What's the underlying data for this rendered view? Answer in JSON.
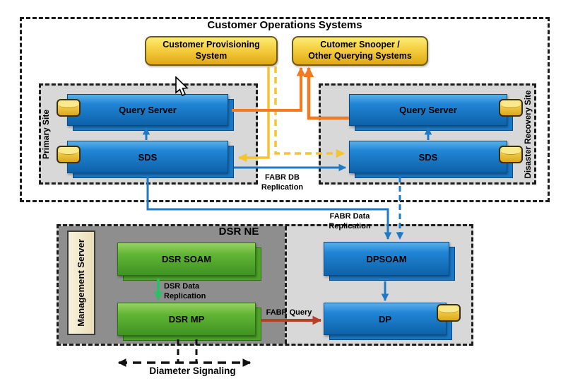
{
  "colors": {
    "blue_box": "#1f7fd1",
    "green_box": "#5fb433",
    "yellow_box": "#f5ce40",
    "site_bg": "#d8d8d8",
    "dsr_ne_bg": "#8e8e8e",
    "management_server_bg": "#f0e6c4",
    "orange_arrow": "#f4791f",
    "yellow_arrow": "#f5c431",
    "blue_arrow": "#1f79c5",
    "green_arrow": "#2fbd68",
    "red_arrow": "#b4402a",
    "black_arrow": "#111111"
  },
  "icons": {
    "database": "database-cylinder-icon",
    "cursor": "mouse-cursor-icon"
  },
  "diagram": {
    "title": "Customer Operations Systems",
    "external_systems": {
      "provisioning": "Customer Provisioning\nSystem",
      "snooper": "Cutomer Snooper /\nOther Querying Systems"
    },
    "primary_site": {
      "label": "Primary Site",
      "query_server": "Query Server",
      "sds": "SDS"
    },
    "disaster_recovery_site": {
      "label": "Disaster Recovery Site",
      "query_server": "Query Server",
      "sds": "SDS"
    },
    "dsr_ne": {
      "title": "DSR NE",
      "management_server": "Management Server",
      "dsr_soam": "DSR SOAM",
      "dsr_mp": "DSR MP"
    },
    "dp_site": {
      "dpsoam": "DPSOAM",
      "dp": "DP"
    },
    "connector_labels": {
      "fabr_db_replication": "FABR DB\nReplication",
      "fabr_data_replication": "FABR Data\nReplication",
      "dsr_data_replication": "DSR Data\nReplication",
      "fabr_query": "FABR Query",
      "diameter_signaling": "Diameter Signaling"
    }
  }
}
